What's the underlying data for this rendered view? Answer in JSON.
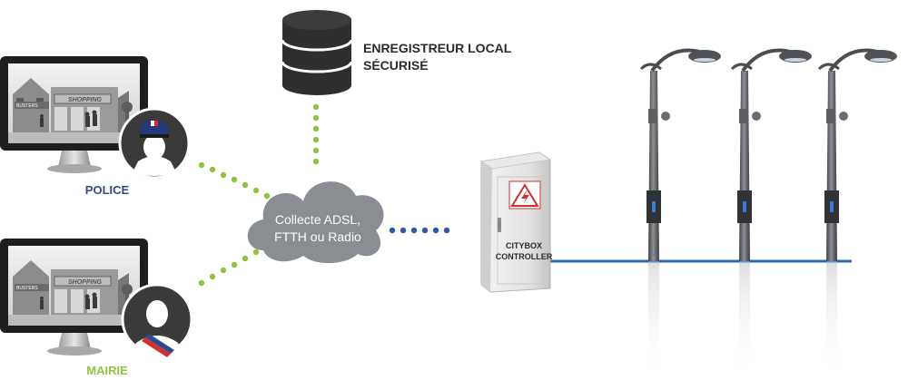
{
  "storage": {
    "title_line1": "ENREGISTREUR LOCAL",
    "title_line2": "SÉCURISÉ"
  },
  "cloud": {
    "line1": "Collecte ADSL,",
    "line2": "FTTH ou Radio"
  },
  "monitors": [
    {
      "label": "POLICE",
      "sign_left": "BUSTERS",
      "sign_right": "SHOPPING"
    },
    {
      "label": "MAIRIE",
      "sign_left": "BUSTERS",
      "sign_right": "SHOPPING"
    }
  ],
  "cabinet": {
    "label_line1": "CITYBOX",
    "label_line2": "CONTROLLER"
  },
  "lamps": [
    {
      "name": "lamp-post-1"
    },
    {
      "name": "lamp-post-2"
    },
    {
      "name": "lamp-post-3"
    }
  ],
  "colors": {
    "police_label": "#2e4a8c",
    "mairie_label": "#8cc63f",
    "dotted_green": "#8cc63f",
    "dotted_blue": "#2e5a9c",
    "cable": "#2a6ab5",
    "cloud": "#8a8d91",
    "database": "#2f2f2f"
  }
}
